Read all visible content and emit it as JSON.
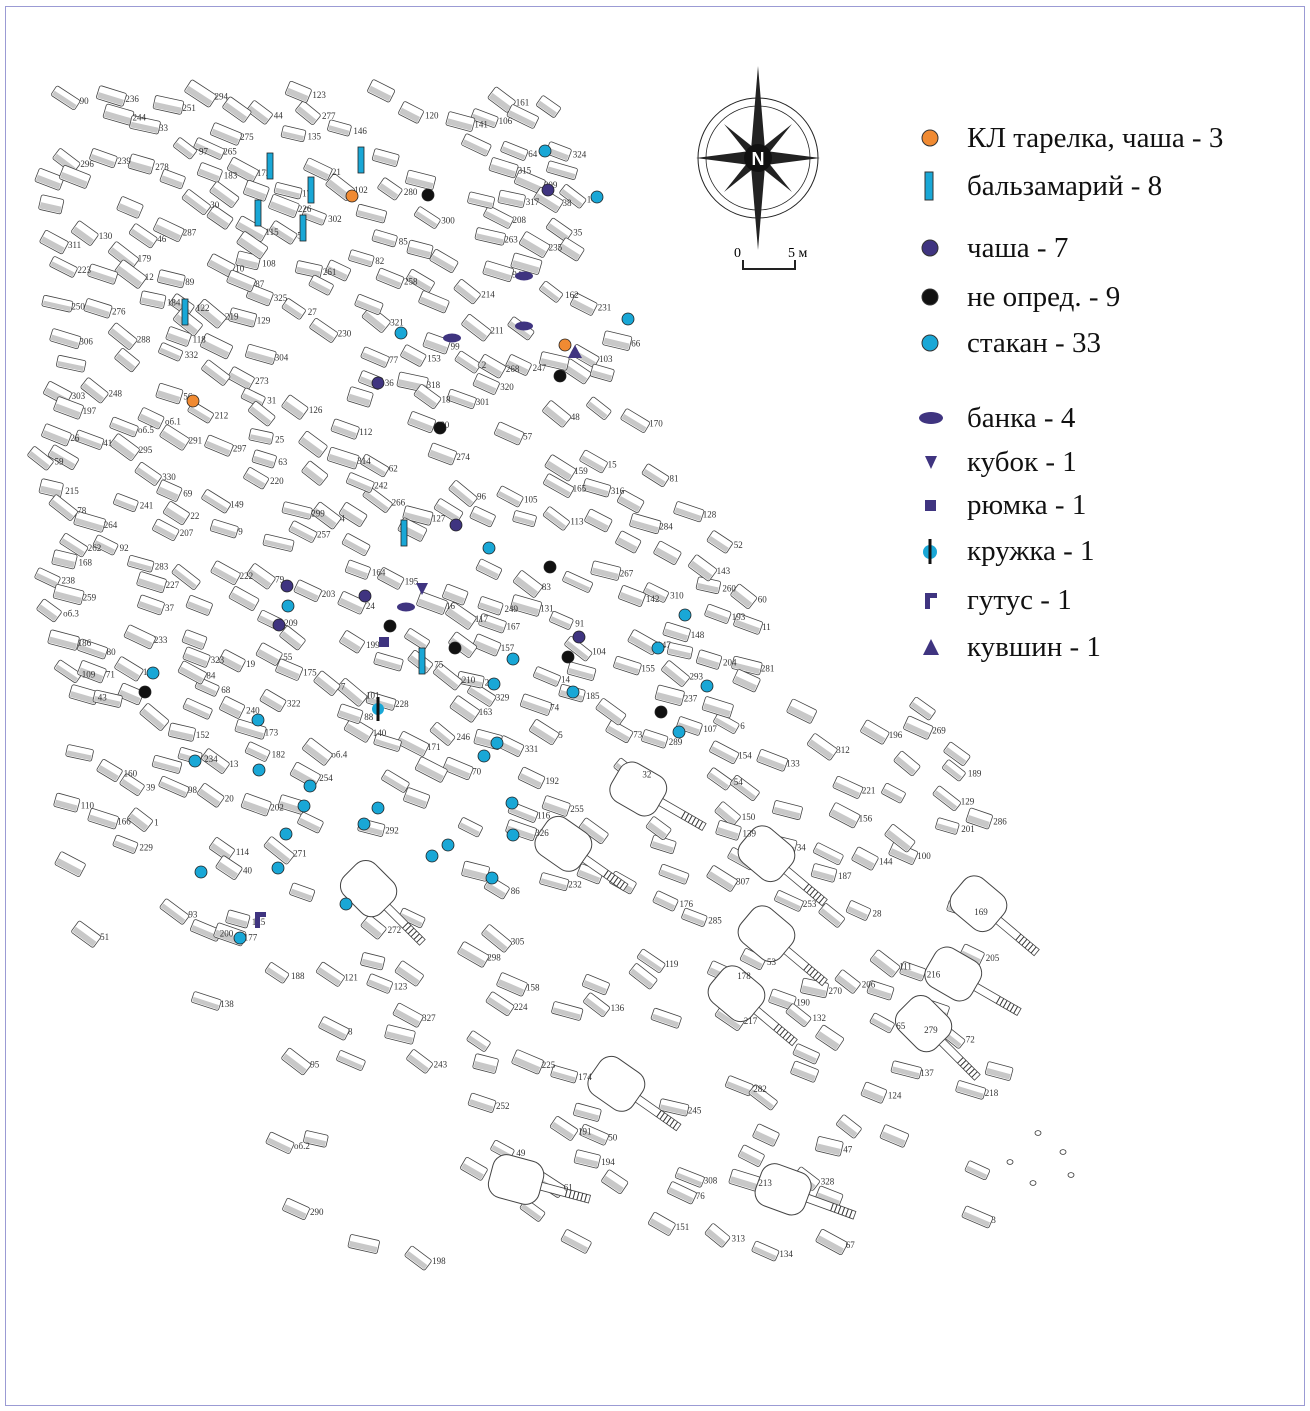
{
  "colors": {
    "plate": "#f08a32",
    "balsamarium": "#19a7d6",
    "bowl": "#3f3480",
    "undetermined": "#111111",
    "glass": "#19a7d6",
    "grave_fill": "#c8c8c8",
    "grave_stroke": "#444444",
    "frame": "#9b9bd4"
  },
  "compass": {
    "label": "N"
  },
  "scale_bar": {
    "start_label": "0",
    "end_label": "5 м"
  },
  "legend": [
    {
      "symbol": "circle-orange",
      "label": "КЛ тарелка, чаша - 3"
    },
    {
      "symbol": "bar-blue",
      "label": "бальзамарий - 8"
    },
    {
      "symbol": "circle-purple",
      "label": "чаша - 7"
    },
    {
      "symbol": "circle-black",
      "label": "не опред. - 9"
    },
    {
      "symbol": "circle-blue",
      "label": "стакан - 33"
    },
    {
      "symbol": "ellipse-purple",
      "label": "банка - 4"
    },
    {
      "symbol": "triangle-down",
      "label": "кубок - 1"
    },
    {
      "symbol": "square-purple",
      "label": "рюмка - 1"
    },
    {
      "symbol": "mug",
      "label": "кружка - 1"
    },
    {
      "symbol": "guttus",
      "label": "гутус - 1"
    },
    {
      "symbol": "triangle-up",
      "label": "кувшин - 1"
    }
  ],
  "grave_numbers": [
    "331",
    "267",
    "247",
    "265",
    "246",
    "2",
    "266",
    "268",
    "332",
    "24",
    "301",
    "289",
    "290",
    "263",
    "245",
    "244",
    "64",
    "25",
    "300",
    "298",
    "299",
    "297",
    "293",
    "269",
    "264",
    "240",
    "262",
    "243",
    "323",
    "296",
    "283",
    "282",
    "288",
    "254",
    "242",
    "179",
    "36",
    "324",
    "322",
    "317",
    "295",
    "294",
    "194",
    "284",
    "285",
    "248",
    "241",
    "330",
    "329",
    "320",
    "252",
    "253",
    "180",
    "109",
    "328",
    "327",
    "292",
    "286",
    "251",
    "250",
    "182",
    "181",
    "311",
    "325",
    "318",
    "314",
    "312",
    "249",
    "212",
    "183",
    "309",
    "326",
    "315",
    "313",
    "287",
    "232",
    "187",
    "185",
    "184",
    "108",
    "310",
    "308",
    "316",
    "291",
    "231",
    "214",
    "213",
    "186",
    "112",
    "107",
    "306",
    "305",
    "307",
    "321",
    "238",
    "237",
    "110",
    "281",
    "304",
    "303",
    "270",
    "236",
    "215",
    "189",
    "188",
    "111",
    "53",
    "280",
    "279",
    "278",
    "230",
    "216",
    "190",
    "113",
    "55",
    "54",
    "277",
    "302",
    "276",
    "271",
    "235",
    "233",
    "217",
    "191",
    "119",
    "115",
    "114",
    "56",
    "261",
    "275",
    "273",
    "272",
    "234",
    "219",
    "218",
    "193",
    "57",
    "260",
    "259",
    "274",
    "239",
    "220",
    "116",
    "117",
    "258",
    "228",
    "227",
    "195",
    "207",
    "192",
    "37",
    "257",
    "229",
    "223",
    "221",
    "120",
    "118",
    "256",
    "226",
    "225",
    "222",
    "196",
    "123",
    "122",
    "121",
    "58",
    "255",
    "211",
    "224",
    "198",
    "197",
    "124",
    "60",
    "61",
    "59",
    "30",
    "47",
    "170",
    "210",
    "169",
    "199",
    "125",
    "62",
    "63",
    "28",
    "31",
    "168",
    "167",
    "209",
    "201",
    "202",
    "203",
    "200",
    "126",
    "65",
    "66",
    "26",
    "27",
    "35",
    "204",
    "166",
    "165",
    "128",
    "127",
    "70",
    "69",
    "67",
    "68",
    "162",
    "3",
    "33",
    "46",
    "151",
    "150",
    "208",
    "164",
    "163",
    "129",
    "205",
    "71",
    "32",
    "101",
    "152",
    "149",
    "153",
    "130",
    "75",
    "84",
    "74",
    "73",
    "72",
    "5",
    "17",
    "4",
    "92",
    "148",
    "132",
    "131",
    "82",
    "76",
    "83",
    "8",
    "6",
    "34",
    "43",
    "44",
    "147",
    "145",
    "93",
    "79",
    "80",
    "78",
    "77",
    "10",
    "7",
    "100",
    "154",
    "160",
    "146",
    "133",
    "81",
    "161",
    "18",
    "89",
    "99",
    "135",
    "159",
    "94",
    "38",
    "9",
    "11",
    "19",
    "102",
    "95",
    "12",
    "14",
    "13",
    "20",
    "41",
    "140",
    "136",
    "106",
    "96",
    "15",
    "21",
    "139",
    "172",
    "129",
    "97",
    "16",
    "98",
    "85",
    "123",
    "91",
    "134",
    "171",
    "103",
    "137",
    "175",
    "90",
    "88",
    "48",
    "22",
    "138",
    "155",
    "176",
    "39",
    "40",
    "141",
    "156",
    "158",
    "50",
    "49",
    "105",
    "104",
    "142",
    "157",
    "51",
    "143",
    "173",
    "177",
    "206",
    "86",
    "144",
    "174",
    "178",
    "52",
    "87",
    "об.1",
    "об.2",
    "об.3",
    "об.4",
    "об.5",
    "1"
  ]
}
